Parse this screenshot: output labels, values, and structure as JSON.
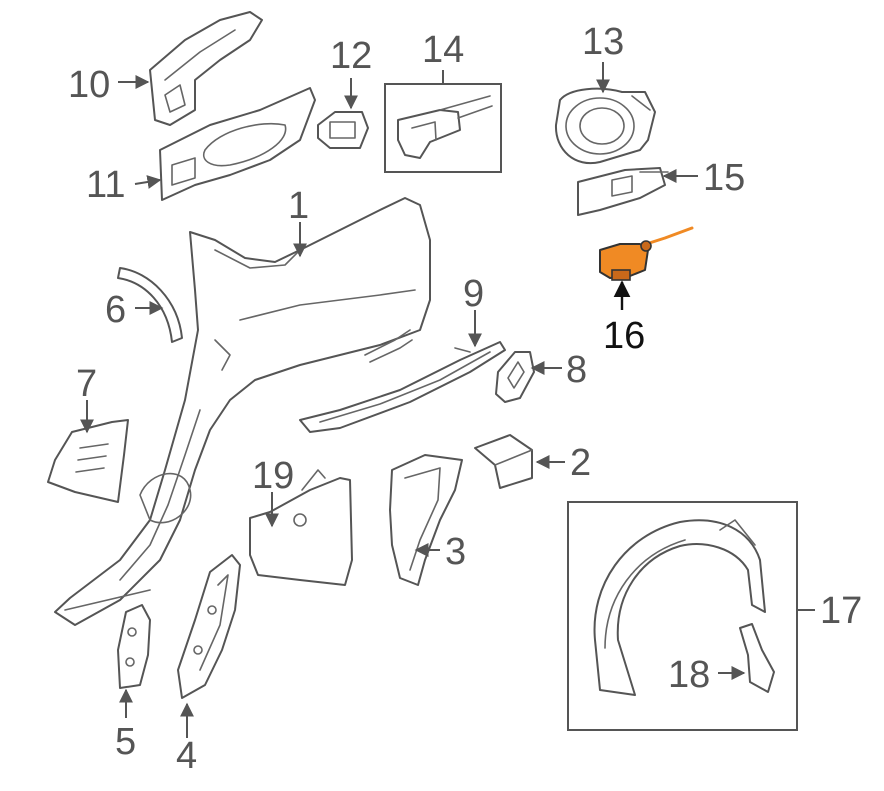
{
  "highlight_color": "#f08a24",
  "line_color": "#555555",
  "callouts": [
    {
      "id": "1",
      "text": "1"
    },
    {
      "id": "2",
      "text": "2"
    },
    {
      "id": "3",
      "text": "3"
    },
    {
      "id": "4",
      "text": "4"
    },
    {
      "id": "5",
      "text": "5"
    },
    {
      "id": "6",
      "text": "6"
    },
    {
      "id": "7",
      "text": "7"
    },
    {
      "id": "8",
      "text": "8"
    },
    {
      "id": "9",
      "text": "9"
    },
    {
      "id": "10",
      "text": "10"
    },
    {
      "id": "11",
      "text": "11"
    },
    {
      "id": "12",
      "text": "12"
    },
    {
      "id": "13",
      "text": "13"
    },
    {
      "id": "14",
      "text": "14"
    },
    {
      "id": "15",
      "text": "15"
    },
    {
      "id": "16",
      "text": "16",
      "highlighted": true
    },
    {
      "id": "17",
      "text": "17"
    },
    {
      "id": "18",
      "text": "18"
    },
    {
      "id": "19",
      "text": "19"
    }
  ]
}
